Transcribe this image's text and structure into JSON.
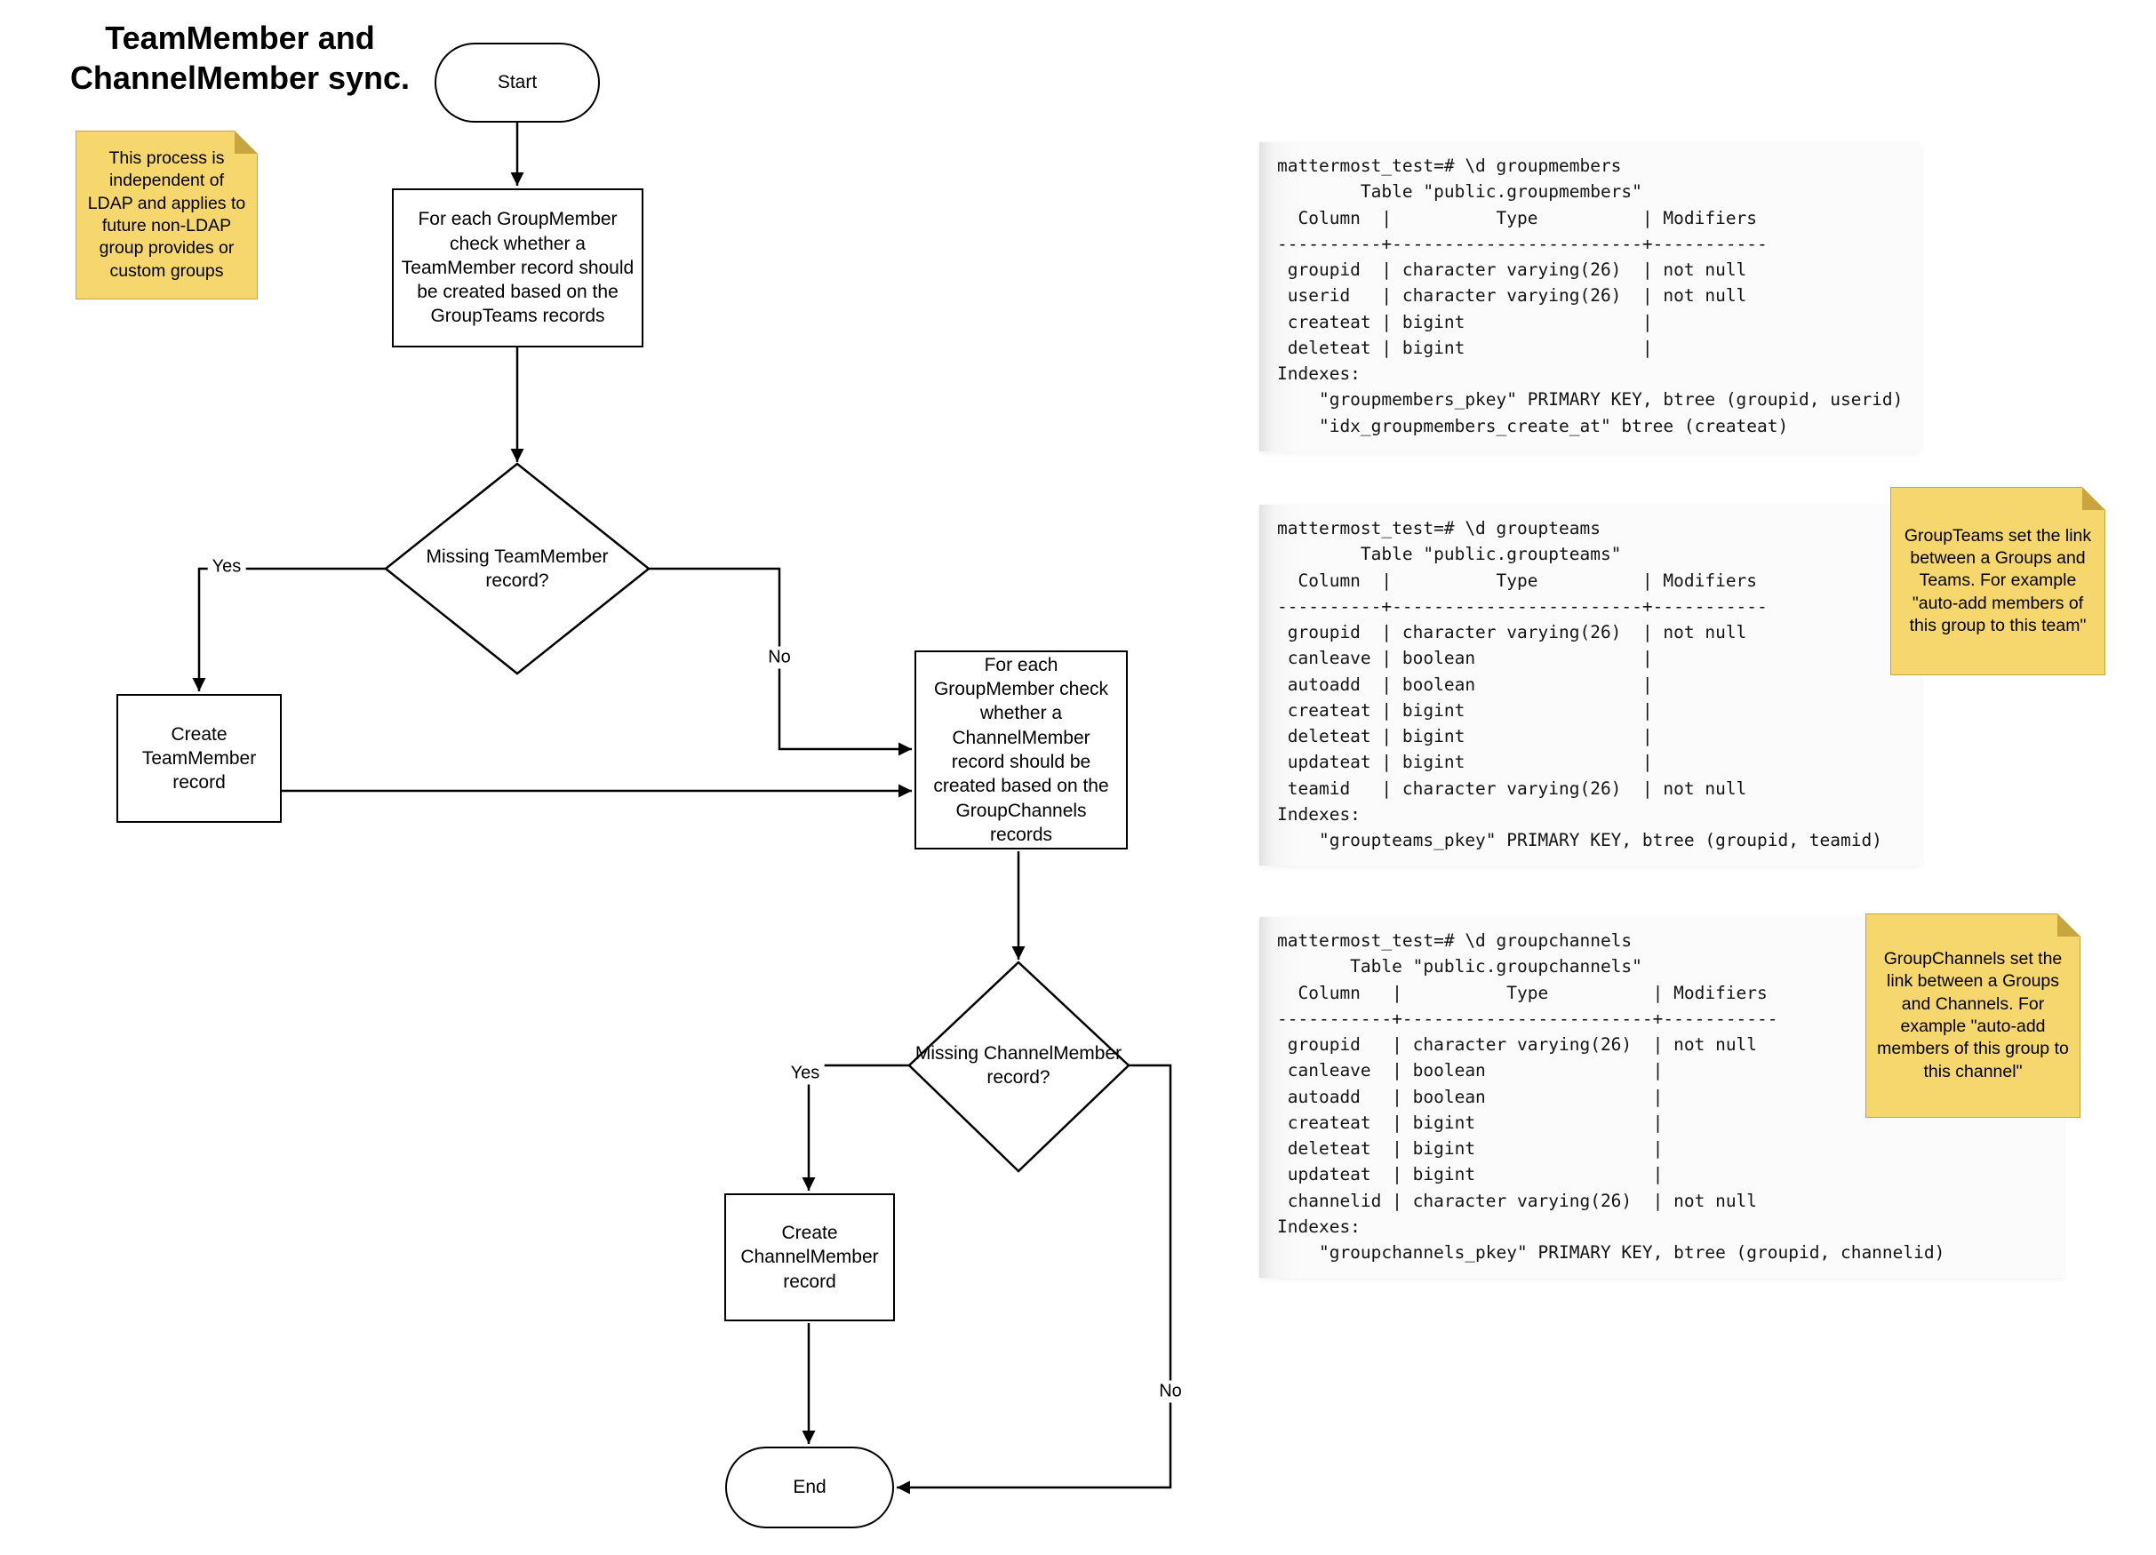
{
  "title": "TeamMember and ChannelMember sync.",
  "flowchart": {
    "start": "Start",
    "step_teammember_check": "For each GroupMember check whether a TeamMember record should be created based on the GroupTeams records",
    "decision_teammember": "Missing TeamMember record?",
    "create_teammember": "Create TeamMember record",
    "step_channelmember_check": "For each GroupMember check whether a ChannelMember record should be created based on the GroupChannels records",
    "decision_channelmember": "Missing ChannelMember record?",
    "create_channelmember": "Create ChannelMember record",
    "end": "End",
    "labels": {
      "yes1": "Yes",
      "no1": "No",
      "yes2": "Yes",
      "no2": "No"
    }
  },
  "notes": {
    "ldap": "This process is independent of LDAP and applies to future non-LDAP group provides or custom groups",
    "groupteams": "GroupTeams set the link between a Groups and Teams. For example \"auto-add members of this group to this team\"",
    "groupchannels": "GroupChannels set the link between a Groups and Channels. For example \"auto-add members of this group to this channel\""
  },
  "terminals": {
    "groupmembers": "mattermost_test=# \\d groupmembers\n        Table \"public.groupmembers\"\n  Column  |          Type          | Modifiers\n----------+------------------------+-----------\n groupid  | character varying(26)  | not null\n userid   | character varying(26)  | not null\n createat | bigint                 | \n deleteat | bigint                 | \nIndexes:\n    \"groupmembers_pkey\" PRIMARY KEY, btree (groupid, userid)\n    \"idx_groupmembers_create_at\" btree (createat)",
    "groupteams": "mattermost_test=# \\d groupteams\n        Table \"public.groupteams\"\n  Column  |          Type          | Modifiers\n----------+------------------------+-----------\n groupid  | character varying(26)  | not null\n canleave | boolean                | \n autoadd  | boolean                | \n createat | bigint                 | \n deleteat | bigint                 | \n updateat | bigint                 | \n teamid   | character varying(26)  | not null\nIndexes:\n    \"groupteams_pkey\" PRIMARY KEY, btree (groupid, teamid)",
    "groupchannels": "mattermost_test=# \\d groupchannels\n       Table \"public.groupchannels\"\n  Column   |          Type          | Modifiers\n-----------+------------------------+-----------\n groupid   | character varying(26)  | not null\n canleave  | boolean                | \n autoadd   | boolean                | \n createat  | bigint                 | \n deleteat  | bigint                 | \n updateat  | bigint                 | \n channelid | character varying(26)  | not null\nIndexes:\n    \"groupchannels_pkey\" PRIMARY KEY, btree (groupid, channelid)"
  },
  "colors": {
    "note_bg": "#F5D76E",
    "note_fold": "#C9A53F",
    "shape_border": "#000000",
    "code_bg": "#FBFBFB"
  }
}
